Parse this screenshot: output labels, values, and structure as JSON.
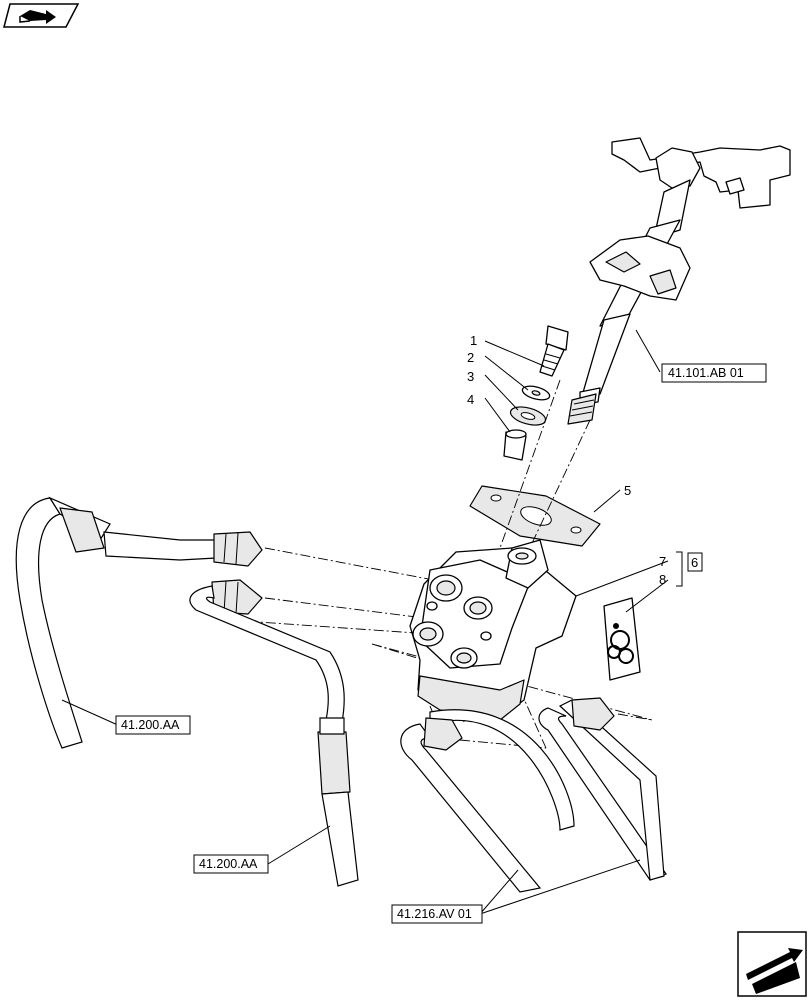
{
  "labels": {
    "p1": "1",
    "p2": "2",
    "p3": "3",
    "p4": "4",
    "p5": "5",
    "p6": "6",
    "p7": "7",
    "p8": "8"
  },
  "refs": {
    "steering_column": "41.101.AB 01",
    "hose_left": "41.200.AA",
    "hose_center": "41.200.AA",
    "pipes": "41.216.AV 01"
  },
  "icons": {
    "top_left": "book-arrow-icon",
    "bottom_right": "next-page-arrow-icon"
  }
}
